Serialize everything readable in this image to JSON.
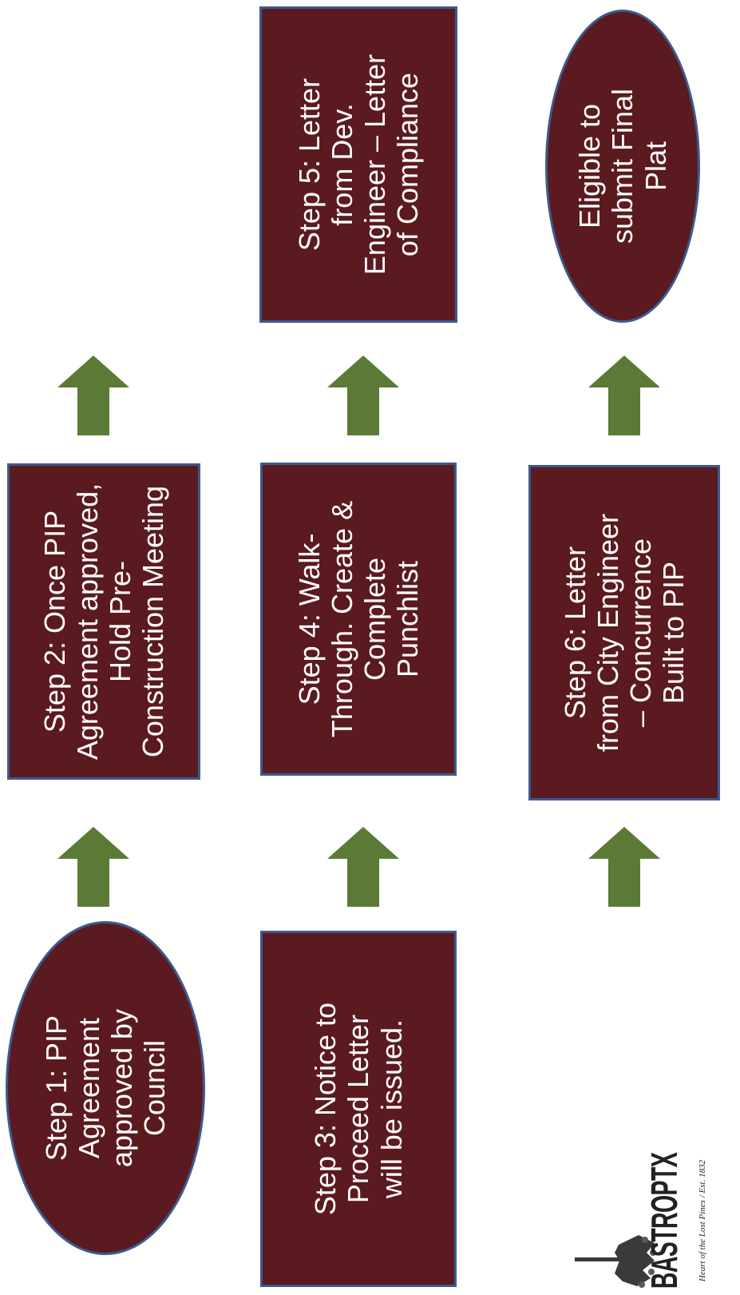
{
  "colors": {
    "box_fill": "#5b1a1f",
    "box_border": "#3a5a8e",
    "arrow_fill": "#5b7a35",
    "text": "#ffffff"
  },
  "steps": {
    "step1": "Step 1:  PIP\nAgreement\napproved by\nCouncil",
    "step2": "Step 2:  Once PIP\nAgreement approved,\nHold Pre-\nConstruction Meeting",
    "step3": "Step 3:  Notice to\nProceed Letter\nwill be issued.",
    "step4": "Step 4:  Walk-\nThrough. Create &\nComplete\nPunchlist",
    "step5": "Step 5:  Letter\nfrom Dev.\nEngineer – Letter\nof Compliance",
    "step6": "Step 6:  Letter\nfrom City Engineer\n– Concurrence\nBuilt to PIP",
    "final": "Eligible to\nsubmit Final\nPlat"
  },
  "arrows": [
    "arrow-up-icon",
    "arrow-up-icon",
    "arrow-up-icon",
    "arrow-up-icon",
    "arrow-up-icon",
    "arrow-up-icon"
  ],
  "logo": {
    "title": "BASTROPTX",
    "tagline": "Heart of the Lost Pines / Est. 1832",
    "icon": "pine-tree-icon"
  }
}
